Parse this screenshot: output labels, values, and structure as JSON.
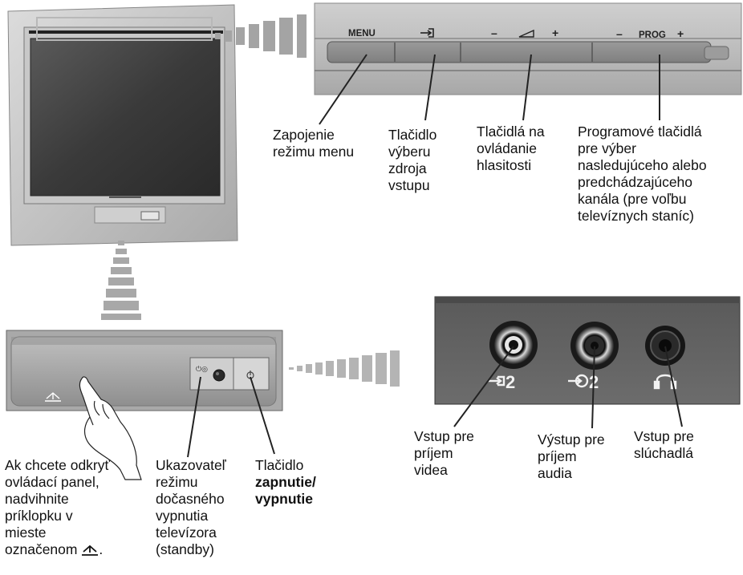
{
  "top_panel": {
    "menu": "MENU",
    "vol_minus": "–",
    "vol_plus": "+",
    "prog_minus": "–",
    "prog": "PROG",
    "prog_plus": "+"
  },
  "jacks": {
    "video_in_num": "2",
    "audio_out_num": "2"
  },
  "labels": {
    "menu_mode": [
      "Zapojenie",
      "režimu menu"
    ],
    "source_select": [
      "Tlačidlo",
      "výberu",
      "zdroja",
      "vstupu"
    ],
    "volume": [
      "Tlačidlá na",
      "ovládanie",
      "hlasitosti"
    ],
    "program": [
      "Programové tlačidlá",
      "pre výber",
      "nasledujúceho alebo",
      "predchádzajúceho",
      "kanála (pre voľbu",
      "televíznych staníc)"
    ],
    "open_panel": [
      "Ak chcete odkryť",
      "ovládací panel,",
      "nadvihnite",
      "príklopku v",
      "mieste",
      "označenom"
    ],
    "open_panel_end": ".",
    "standby": [
      "Ukazovateľ",
      "režimu",
      "dočasného",
      "vypnutia",
      "televízora",
      "(standby)"
    ],
    "power_title": "Tlačidlo",
    "power_bold": [
      "zapnutie/",
      "vypnutie"
    ],
    "video_input": [
      "Vstup pre",
      "príjem",
      "videa"
    ],
    "audio_output": [
      "Výstup pre",
      "príjem",
      "audia"
    ],
    "headphones": [
      "Vstup pre",
      "slúchadlá"
    ]
  }
}
